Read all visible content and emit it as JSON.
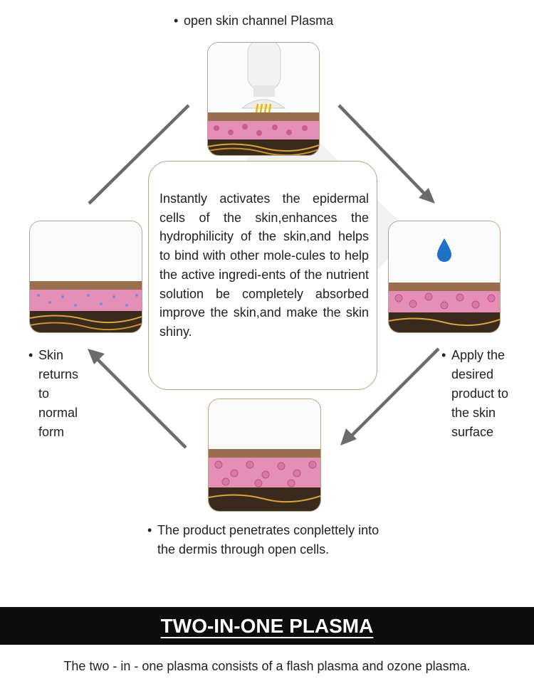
{
  "steps": {
    "top": "open skin channel Plasma",
    "right": "Apply the desired product to the skin surface",
    "bottom": "The product penetrates conplettely into the dermis through open cells.",
    "left": "Skin returns to normal form"
  },
  "center_text": "Instantly activates the epidermal cells of the skin,enhances the hydrophilicity of the skin,and helps to bind with other mole-cules to help the active ingredi-ents of the nutrient solution be completely absorbed improve the skin,and make the skin shiny.",
  "banner": {
    "title": "TWO-IN-ONE PLASMA"
  },
  "footer": {
    "text": "The two - in - one plasma consists of a flash plasma and ozone plasma."
  },
  "colors": {
    "arrow": "#6b6b6b",
    "card_border": "#b9a48a",
    "banner_bg": "#0d0d0d",
    "skin_pink": "#e58fb6",
    "drop_blue": "#1e73c8"
  },
  "icons": [
    "plasma-device-icon",
    "water-drop-icon",
    "arrow-icon"
  ]
}
